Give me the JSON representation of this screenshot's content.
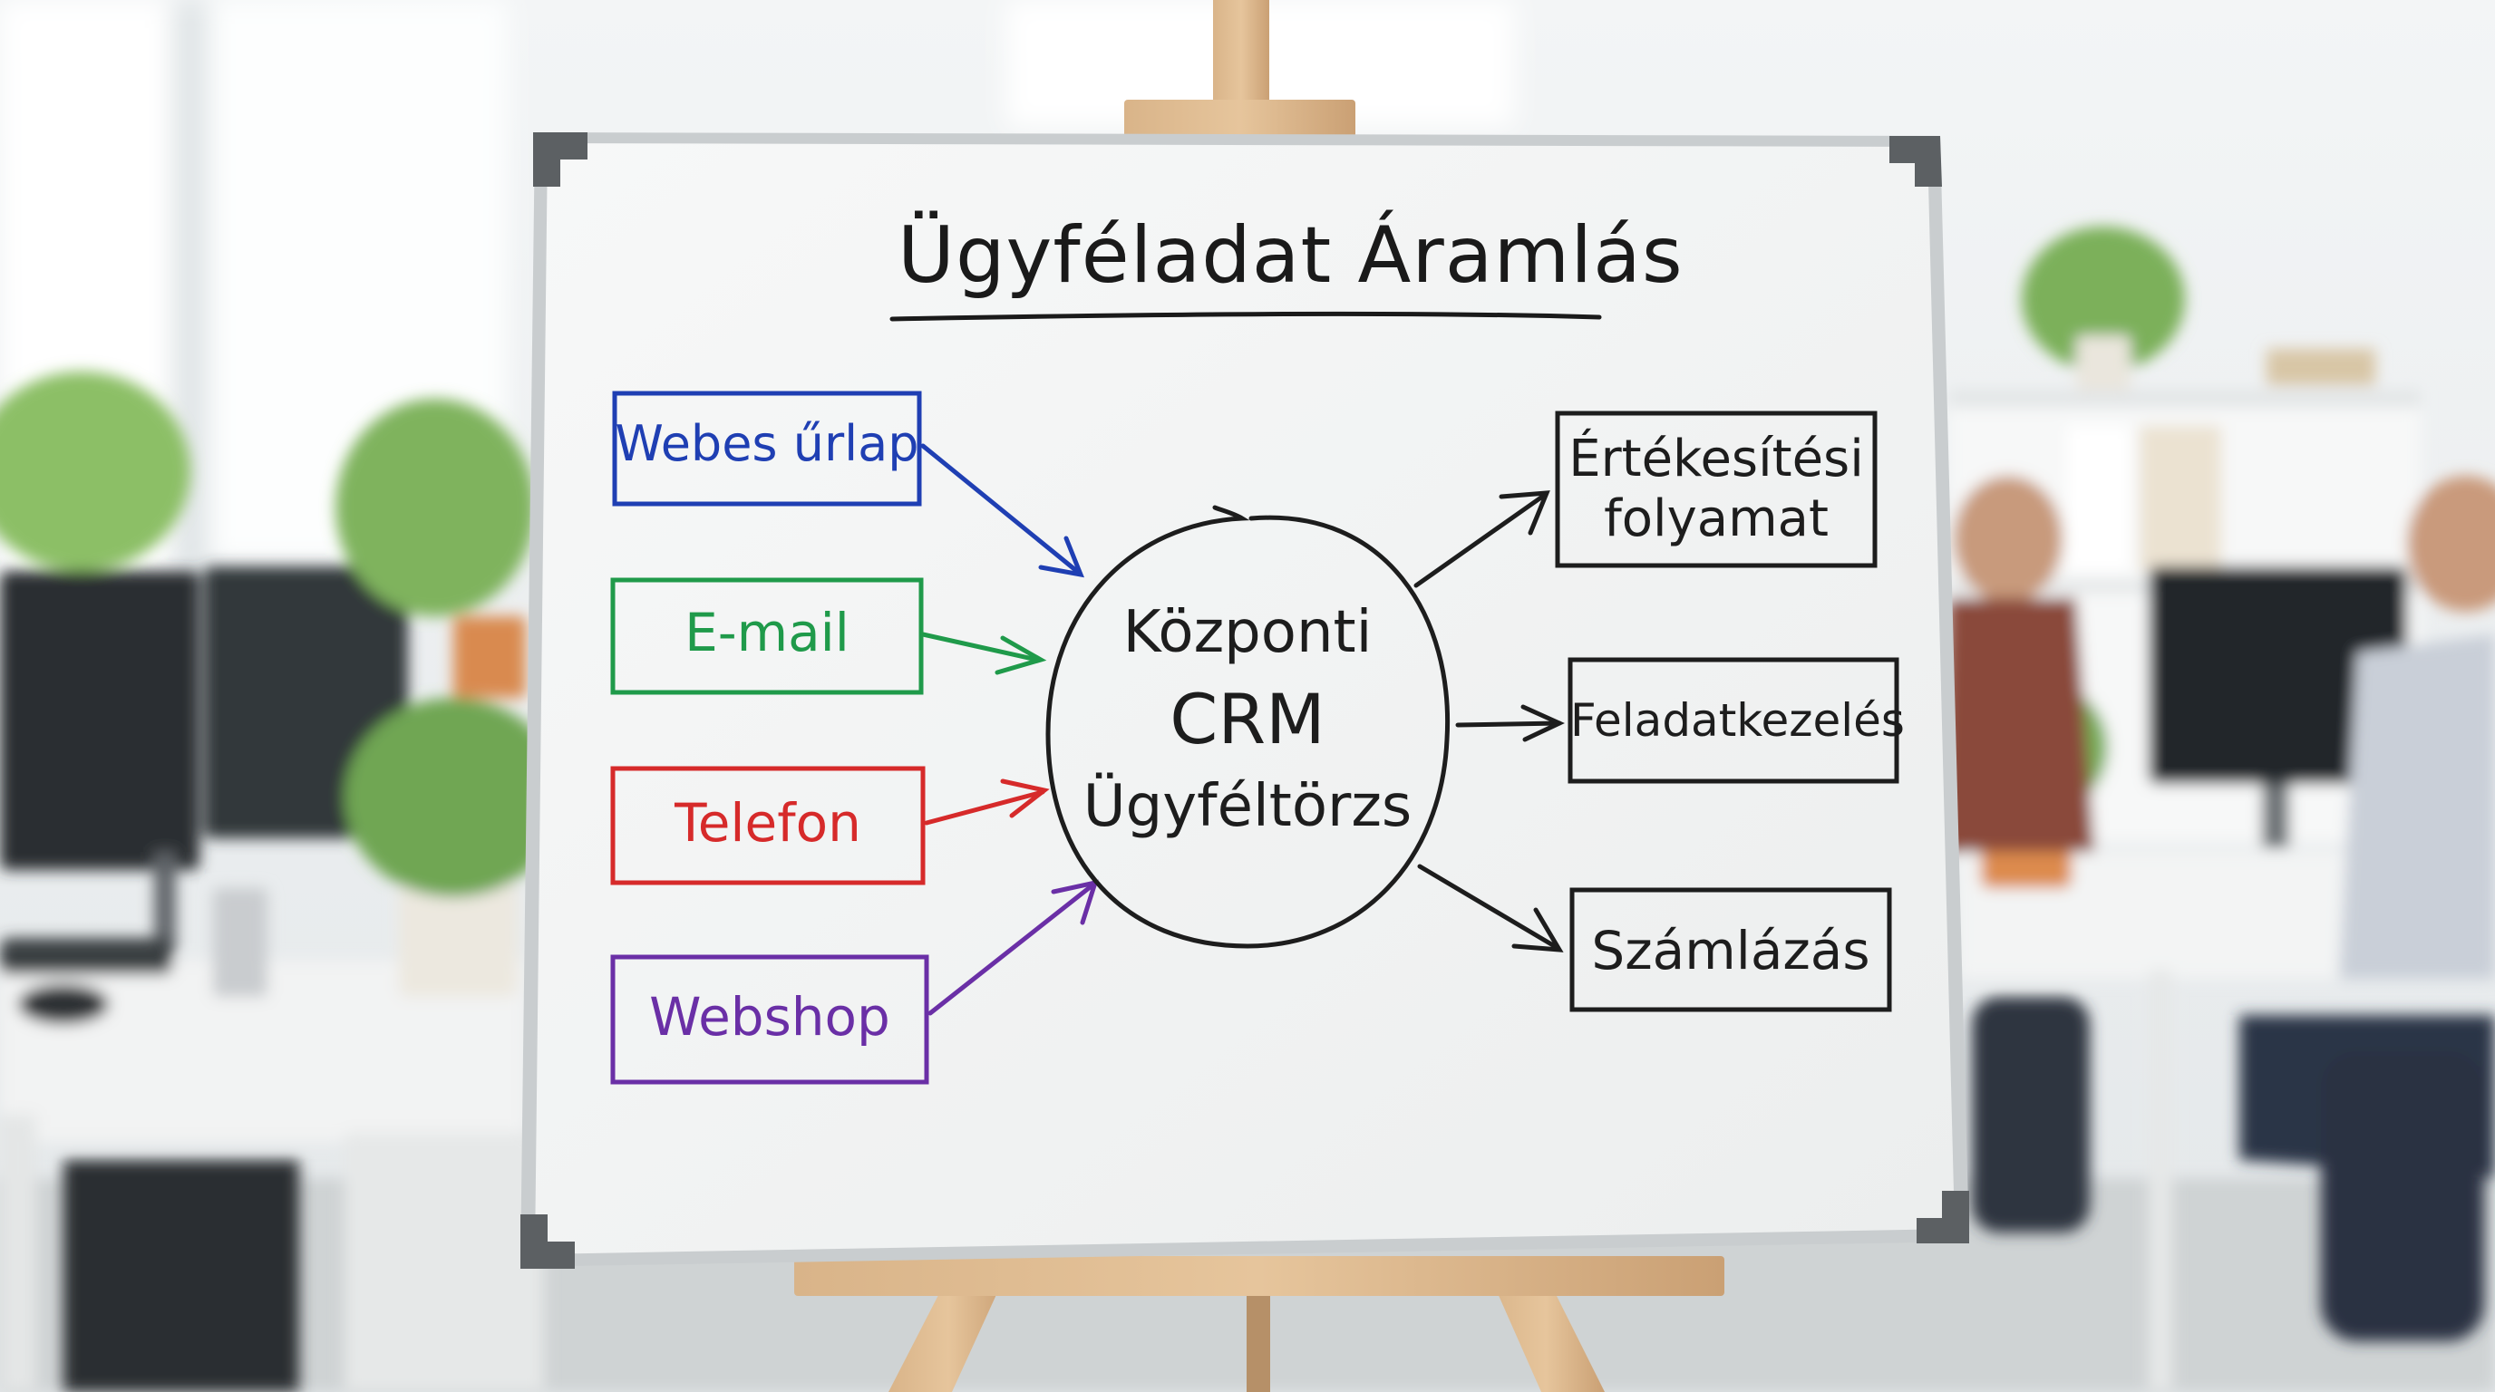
{
  "board": {
    "title": "Ügyféladat Áramlás",
    "hub_lines": [
      "Központi",
      "CRM",
      "Ügyféltörzs"
    ],
    "sources": [
      {
        "label": "Webes űrlap",
        "color": "#1f3fb3"
      },
      {
        "label": "E-mail",
        "color": "#1f9a4a"
      },
      {
        "label": "Telefon",
        "color": "#d62a2a"
      },
      {
        "label": "Webshop",
        "color": "#6a2fa6"
      }
    ],
    "targets": [
      {
        "lines": [
          "Értékesítési",
          "folyamat"
        ]
      },
      {
        "lines": [
          "Feladatkezelés"
        ]
      },
      {
        "lines": [
          "Számlázás"
        ]
      }
    ]
  }
}
